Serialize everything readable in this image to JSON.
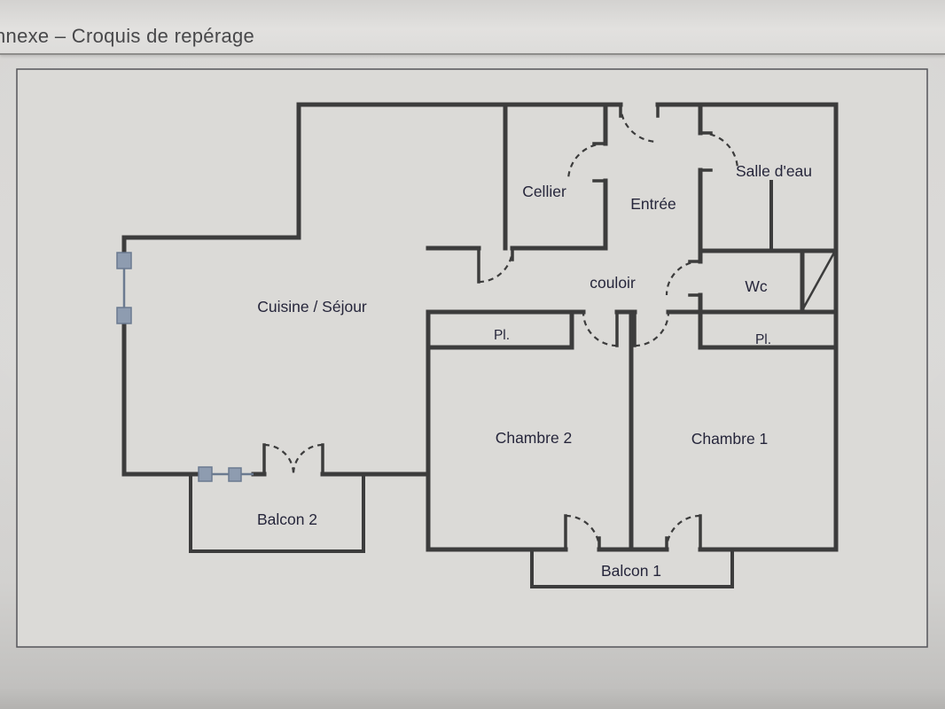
{
  "header": {
    "title": "nnexe – Croquis de repérage"
  },
  "plan": {
    "rooms": [
      {
        "id": "cellier",
        "label": "Cellier"
      },
      {
        "id": "entree",
        "label": "Entrée"
      },
      {
        "id": "salle_deau",
        "label": "Salle d'eau"
      },
      {
        "id": "couloir",
        "label": "couloir"
      },
      {
        "id": "wc",
        "label": "Wc"
      },
      {
        "id": "cuisine_sejour",
        "label": "Cuisine / Séjour"
      },
      {
        "id": "placard_chambre2",
        "label": "Pl."
      },
      {
        "id": "placard_chambre1",
        "label": "Pl."
      },
      {
        "id": "chambre2",
        "label": "Chambre 2"
      },
      {
        "id": "chambre1",
        "label": "Chambre 1"
      },
      {
        "id": "balcon2",
        "label": "Balcon 2"
      },
      {
        "id": "balcon1",
        "label": "Balcon 1"
      }
    ],
    "colors": {
      "wall": "#3c3c3c",
      "label": "#26263b",
      "window": "#8e9cb0",
      "window_line": "#6b7a90",
      "paper": "#dbdad7",
      "border": "#55555a"
    }
  }
}
